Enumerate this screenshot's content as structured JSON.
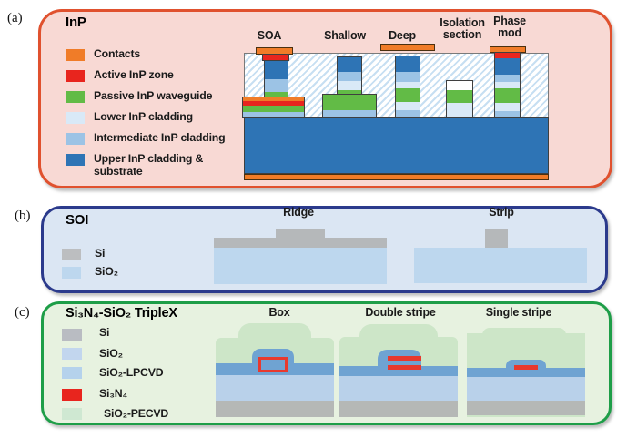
{
  "colors": {
    "panel_a_border": "#E0512E",
    "panel_a_fill": "#F8D9D4",
    "panel_b_border": "#2B3A8C",
    "panel_b_fill": "#DBE6F3",
    "panel_c_border": "#1E9E48",
    "panel_c_fill": "#E7F2E0",
    "contacts_orange": "#F07C28",
    "active_red": "#E8251E",
    "passive_green": "#62BB46",
    "lower_cladding_blue": "#D9E9F7",
    "intermediate_cladding_blue": "#9CC3E5",
    "upper_cladding_blue": "#2E74B5",
    "lpcvd_band_blue": "#6FA3D2",
    "sio2_slab_blue": "#BDD7EE",
    "si_gray": "#B5B8BA",
    "pecvd_dome_green": "#CDE6C8",
    "si3n4_red": "#E8392E"
  },
  "panel_a": {
    "label": "(a)",
    "title": "InP",
    "legend": [
      {
        "name": "Contacts",
        "color": "#F07C28"
      },
      {
        "name": "Active InP zone",
        "color": "#E8251E"
      },
      {
        "name": "Passive InP waveguide",
        "color": "#62BB46"
      },
      {
        "name": "Lower InP cladding",
        "color": "#D9E9F7"
      },
      {
        "name": "Intermediate InP cladding",
        "color": "#9CC3E5"
      },
      {
        "name": "Upper InP cladding & substrate",
        "color": "#2E74B5"
      }
    ],
    "structures": [
      {
        "name": "SOA"
      },
      {
        "name": "Shallow"
      },
      {
        "name": "Deep"
      },
      {
        "name": "Isolation section"
      },
      {
        "name": "Phase mod"
      }
    ]
  },
  "panel_b": {
    "label": "(b)",
    "title": "SOI",
    "legend": [
      {
        "name": "Si",
        "color": "#BCBEC0"
      },
      {
        "name": "SiO₂",
        "color": "#BDD7EE"
      }
    ],
    "structures": [
      {
        "name": "Ridge"
      },
      {
        "name": "Strip"
      }
    ]
  },
  "panel_c": {
    "label": "(c)",
    "title": "Si₃N₄-SiO₂ TripleX",
    "legend": [
      {
        "name": "Si",
        "color": "#B9BCC2"
      },
      {
        "name": "SiO₂",
        "color": "#C2D6EE"
      },
      {
        "name": "SiO₂-LPCVD",
        "color": "#B5D2EC"
      },
      {
        "name": "Si₃N₄",
        "color": "#E8251E"
      },
      {
        "name": "SiO₂-PECVD",
        "color": "#CFE8D2"
      }
    ],
    "structures": [
      {
        "name": "Box"
      },
      {
        "name": "Double stripe"
      },
      {
        "name": "Single stripe"
      }
    ]
  }
}
